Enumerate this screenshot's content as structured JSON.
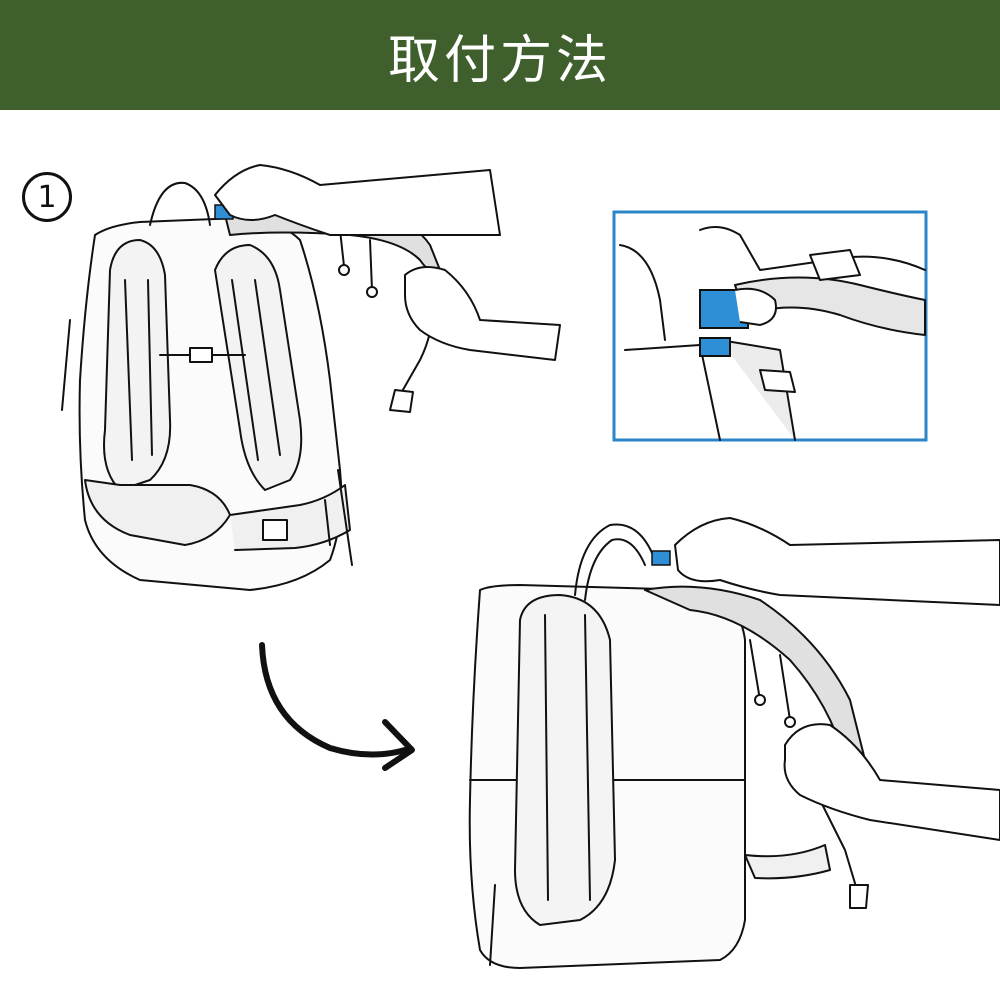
{
  "header": {
    "title": "取付方法",
    "background_color": "#3f5f2c",
    "text_color": "#ffffff"
  },
  "step": {
    "number": "1"
  },
  "colors": {
    "accent_buckle": "#2f8fd6",
    "inset_border": "#2a86c8",
    "line": "#111111",
    "strap_fill": "#e0e0e0"
  },
  "icons": [
    "backpack-illustration",
    "hand-icon",
    "buckle-icon",
    "curved-arrow-icon"
  ]
}
